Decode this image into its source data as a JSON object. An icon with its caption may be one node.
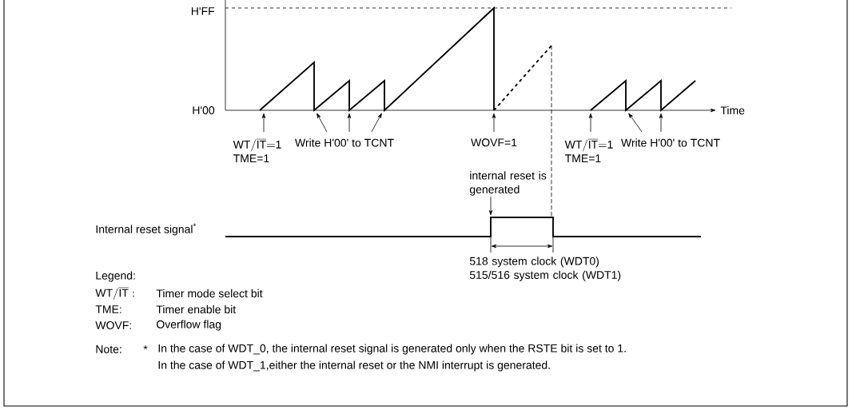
{
  "diagram": {
    "nodes": [
      {
        "text": [
          "\\mathrm{WT/\\overline{IT}{=}1}",
          "TME=1"
        ]
      },
      {
        "text": [
          "Write H'00' to TCNT"
        ]
      },
      {
        "text": [
          "WOVF=1"
        ]
      },
      {
        "text": [
          "internal reset is generated"
        ]
      },
      {
        "text": [
          "\\mathrm{WT/\\overline{IT}{=}1}",
          "TME=1"
        ]
      },
      {
        "text": [
          "Write H'00' to TCNT"
        ]
      },
      {
        "text": [],
        "shape": "line"
      },
      {
        "text": [],
        "shape": "line"
      },
      {
        "text": [],
        "shape": "line"
      }
    ],
    "edges": [
      {
        "from": 0,
        "to": 6,
        "arrow": "to"
      },
      {
        "from": 1,
        "to": 6,
        "arrow": "to"
      },
      {
        "from": 1,
        "to": 6,
        "arrow": "to"
      },
      {
        "from": 1,
        "to": 6,
        "arrow": "to"
      },
      {
        "from": 2,
        "to": 6,
        "arrow": "to"
      },
      {
        "from": 3,
        "to": 8,
        "arrow": "to"
      },
      {
        "from": 4,
        "to": 7,
        "arrow": "to"
      },
      {
        "from": 5,
        "to": 7,
        "arrow": "to"
      },
      {
        "from": 5,
        "to": 7,
        "arrow": "to"
      }
    ],
    "labels": [
      "H'FF",
      "H'00",
      "Time",
      "Internal reset signal$^{*}$",
      "518 system clock (WDT0) 515/516 system clock (WDT1)",
      "Legend:",
      "\\mathrm{WT/\\overline{IT}}:",
      "Timer mode select bit",
      "TME:",
      "Timer enable bit",
      "WOVF:",
      "Overflow flag",
      "Note:",
      "*",
      "In the case of WDT_0, the internal reset signal is generated only when the RSTE bit is set to 1.",
      "In the case of WDT_1,either the internal reset or the NMI interrupt is generated."
    ]
  }
}
